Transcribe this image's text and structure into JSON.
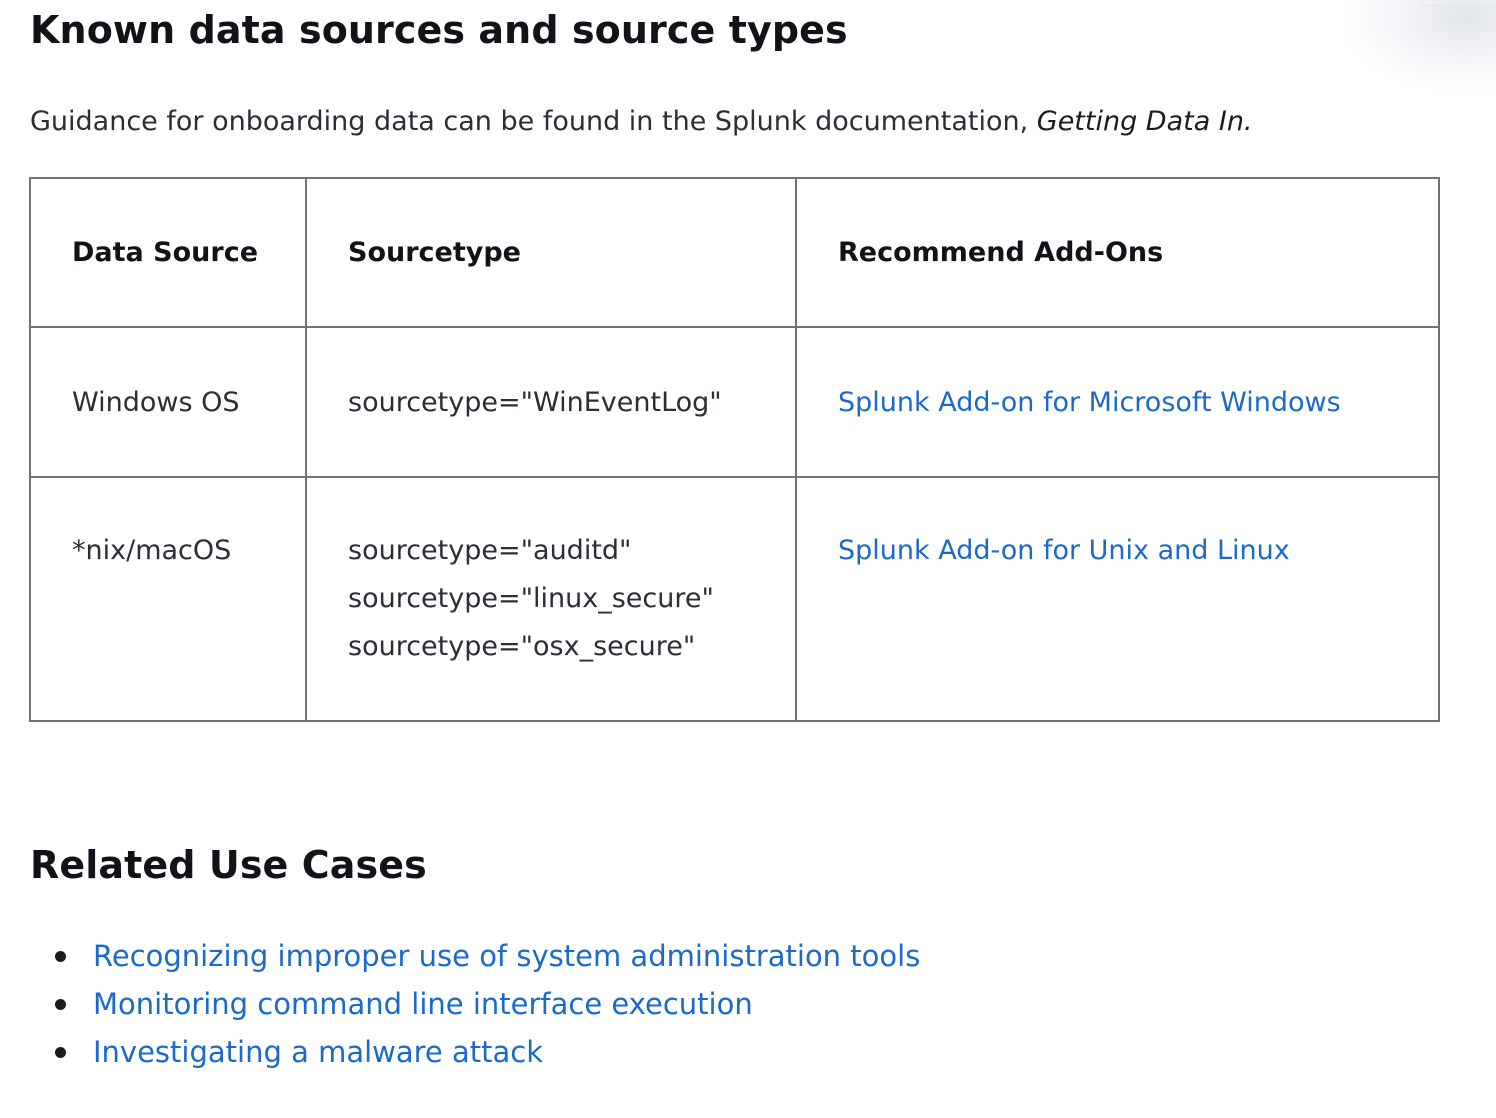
{
  "known_section": {
    "heading": "Known data sources and source types",
    "intro_text": "Guidance for onboarding data can be found in the Splunk documentation, ",
    "intro_emphasis": "Getting Data In."
  },
  "table": {
    "headers": [
      "Data Source",
      "Sourcetype",
      "Recommend Add-Ons"
    ],
    "rows": [
      {
        "data_source": "Windows OS",
        "sourcetypes": [
          "sourcetype=\"WinEventLog\""
        ],
        "addon": "Splunk Add-on for Microsoft Windows"
      },
      {
        "data_source": "*nix/macOS",
        "sourcetypes": [
          "sourcetype=\"auditd\"",
          "sourcetype=\"linux_secure\"",
          "sourcetype=\"osx_secure\""
        ],
        "addon": "Splunk Add-on for Unix and Linux"
      }
    ]
  },
  "related_section": {
    "heading": "Related Use Cases",
    "items": [
      "Recognizing improper use of system administration tools",
      "Monitoring command line interface execution",
      "Investigating a malware attack"
    ]
  },
  "colors": {
    "link": "#1c6ac8",
    "heading": "#111318",
    "body_text": "#2b2e34",
    "table_border": "#6f7378"
  }
}
